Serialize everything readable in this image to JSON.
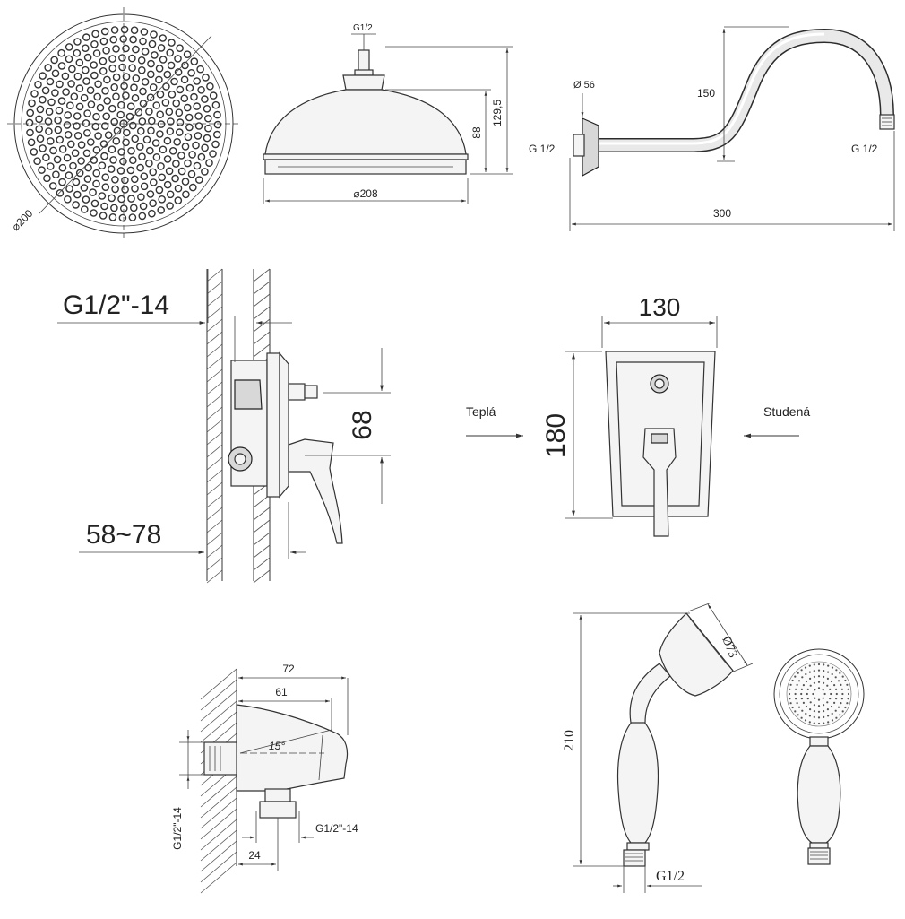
{
  "colors": {
    "line": "#333333",
    "fill": "#f4f4f4",
    "background": "#ffffff"
  },
  "shower_head": {
    "diameter_front": "⌀200",
    "thread": "G1/2",
    "diameter_side": "⌀208",
    "height_total": "129,5",
    "height_body": "88"
  },
  "shower_arm": {
    "flange_diameter": "Ø 56",
    "height": "150",
    "thread_left": "G 1/2",
    "thread_right": "G 1/2",
    "length": "300"
  },
  "mixer_side": {
    "thread": "G1/2\"-14",
    "spacing": "68",
    "wall_depth": "58~78"
  },
  "mixer_front": {
    "width": "130",
    "height": "180",
    "hot_label": "Teplá",
    "cold_label": "Studená"
  },
  "wall_outlet": {
    "length_total": "72",
    "length_inner": "61",
    "angle": "15°",
    "thread_vertical": "G1/2\"-14",
    "thread_horizontal": "G1/2\"-14",
    "offset": "24"
  },
  "hand_shower": {
    "diameter": "Ø73",
    "height": "210",
    "thread": "G1/2"
  }
}
